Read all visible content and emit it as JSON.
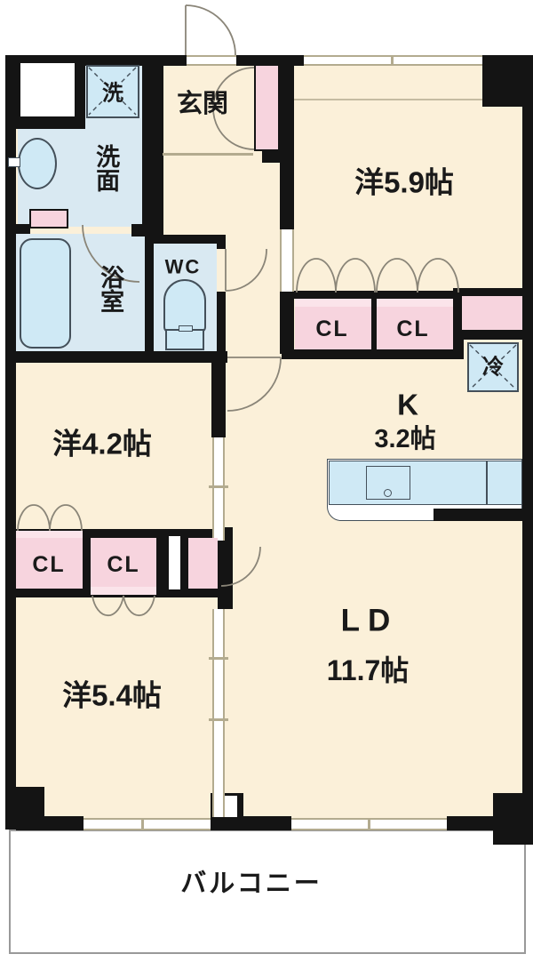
{
  "labels": {
    "entrance": "玄関",
    "washer": "洗",
    "washroom": "洗面",
    "bathroom": "浴室",
    "wc": "WC",
    "room59": "洋5.9帖",
    "closet": "CL",
    "fridge": "冷",
    "kitchen": "K",
    "kitchen_size": "3.2帖",
    "room42": "洋4.2帖",
    "room54": "洋5.4帖",
    "living": "LD",
    "living_size": "11.7帖",
    "balcony": "バルコニー"
  },
  "colors": {
    "wall": "#141414",
    "cream": "#FBF0D9",
    "blue": "#D9E9F2",
    "blue2": "#CFE9F5",
    "pink": "#F7D4DE",
    "pinklight": "#FBE4EA",
    "tan": "#B3AB8F",
    "outline": "#44505A",
    "balc": "#999999",
    "text": "#1A1A1A"
  }
}
